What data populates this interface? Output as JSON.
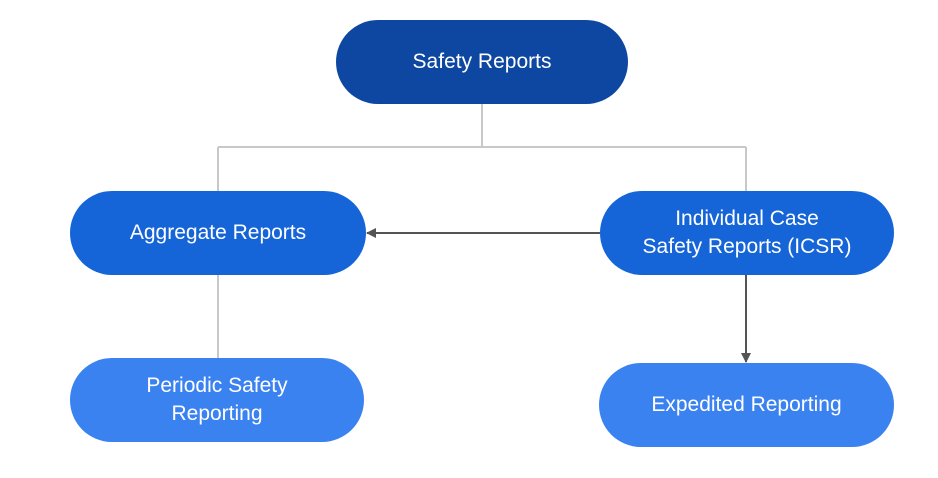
{
  "diagram": {
    "nodes": {
      "root": {
        "label": "Safety Reports"
      },
      "aggregate": {
        "label": "Aggregate Reports"
      },
      "icsr": {
        "line1": "Individual Case",
        "line2": "Safety Reports (ICSR)"
      },
      "periodic": {
        "line1": "Periodic Safety",
        "line2": "Reporting"
      },
      "expedited": {
        "label": "Expedited Reporting"
      }
    },
    "colors": {
      "root": "#0d47a1",
      "level2": "#1565d8",
      "level3": "#3b82f1",
      "connector": "#c8c8c8",
      "arrow": "#555555",
      "text": "#ffffff"
    }
  }
}
